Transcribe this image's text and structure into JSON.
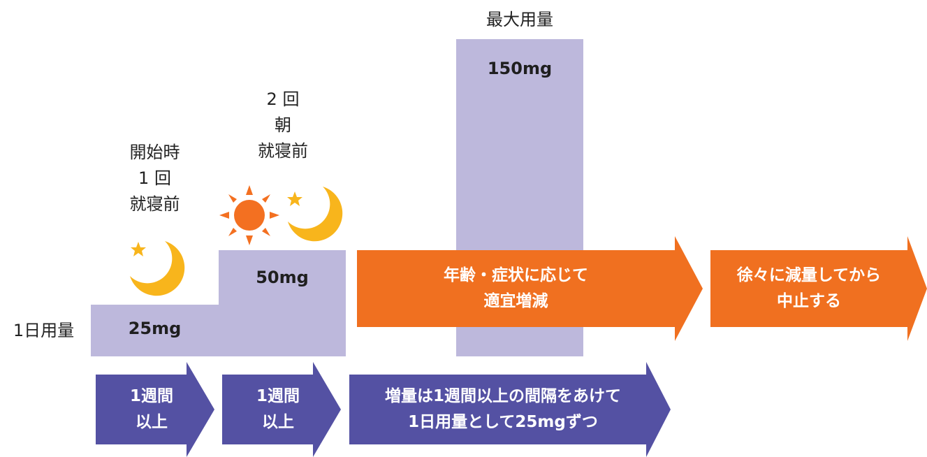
{
  "y_axis_label": "1日用量",
  "steps": {
    "start": {
      "dose": "25mg",
      "timing_lines": [
        "開始時",
        "1 回",
        "就寝前"
      ]
    },
    "second": {
      "dose": "50mg",
      "timing_lines": [
        "2 回",
        "朝",
        "就寝前"
      ]
    },
    "max": {
      "caption": "最大用量",
      "dose": "150mg"
    }
  },
  "orange_arrows": {
    "adjust": [
      "年齢・症状に応じて",
      "適宜増減"
    ],
    "taper": [
      "徐々に減量してから",
      "中止する"
    ]
  },
  "blue_arrows": {
    "week1": [
      "1週間",
      "以上"
    ],
    "week2": [
      "1週間",
      "以上"
    ],
    "increase": [
      "増量は1週間以上の間隔をあけて",
      "1日用量として25mgずつ"
    ]
  },
  "colors": {
    "dose_block": "#bdb8dc",
    "orange_arrow": "#f07020",
    "blue_arrow": "#5451a3",
    "sun": "#f37021",
    "moon": "#f8b51c"
  },
  "icons": [
    "moon-star-icon",
    "sun-icon"
  ]
}
